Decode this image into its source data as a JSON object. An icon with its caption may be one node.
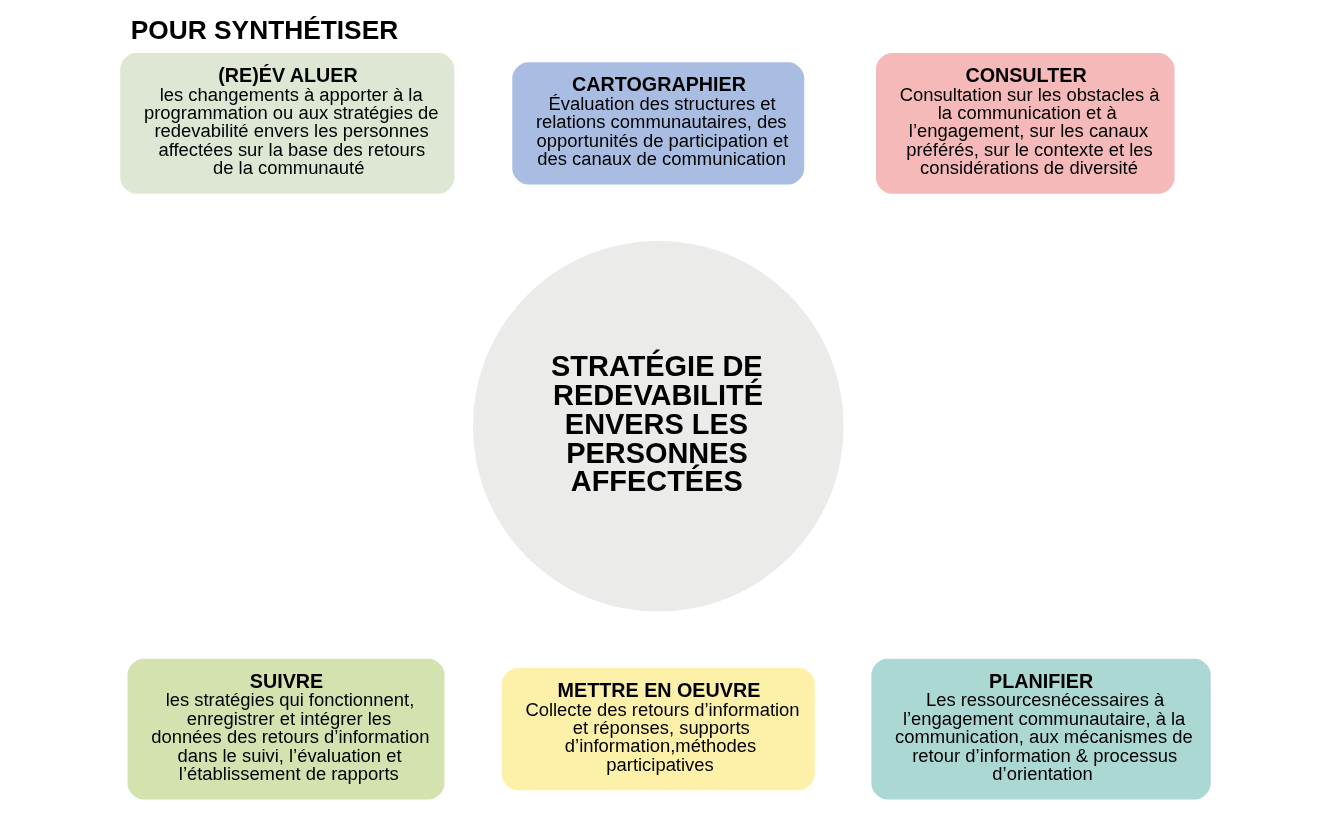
{
  "diagram": {
    "title": "POUR SYNTHÉTISER",
    "nodes": [
      {
        "text": [
          "CARTOGRAPHIER",
          "Évaluation des structures et relations communautaires, des opportunités de participation et des canaux de communication"
        ]
      },
      {
        "text": [
          "(RE)ÉV ALUER",
          "les changements à apporter à la programmation ou aux stratégies de redevabilité envers les personnes affectées sur la base des retours de la communauté"
        ]
      },
      {
        "text": [
          "CONSULTER",
          "Consultation sur les obstacles à la communication et à l’engagement, sur les canaux préférés, sur le contexte et les considérations de diversité"
        ]
      },
      {
        "text": [
          "STRATÉGIE DE REDEVABILITÉ ENVERS LES PERSONNES AFFECTÉES"
        ]
      },
      {
        "text": [
          "SUIVRE",
          "les stratégies qui fonctionnent, enregistrer et intégrer les données des retours d’information dans le suivi, l’évaluation et l’établissement de rapports"
        ]
      },
      {
        "text": [
          "PLANIFIER",
          "Les ressourcesnécessaires à l’engagement communautaire, à la communication, aux mécanismes de retour d’information & processus d’orientation"
        ]
      },
      {
        "text": [
          "METTRE EN OEUVRE",
          "Collecte des retours d’information et réponses, supports d’information,méthodes participatives"
        ]
      }
    ],
    "edges": []
  }
}
